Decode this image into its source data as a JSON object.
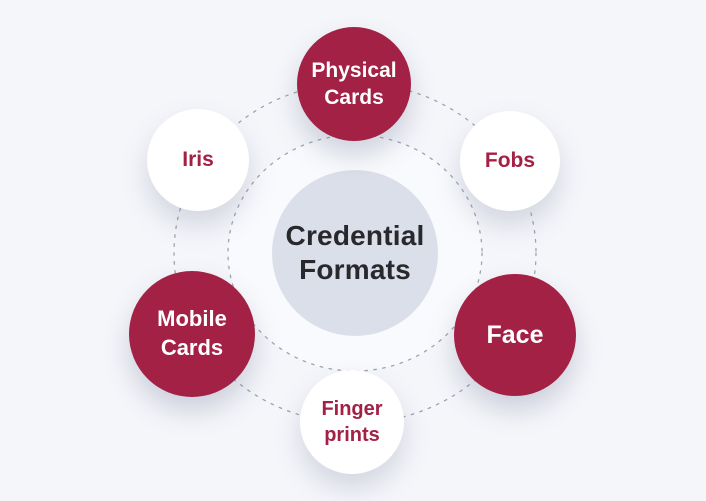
{
  "diagram": {
    "title": "Credential Formats diagram",
    "center": {
      "lines": [
        "Credential",
        "Formats"
      ]
    },
    "nodes": [
      {
        "id": "physical-cards",
        "lines": [
          "Physical",
          "Cards"
        ],
        "variant": "filled"
      },
      {
        "id": "fobs",
        "lines": [
          "Fobs"
        ],
        "variant": "white"
      },
      {
        "id": "face",
        "lines": [
          "Face"
        ],
        "variant": "filled"
      },
      {
        "id": "finger-prints",
        "lines": [
          "Finger",
          "prints"
        ],
        "variant": "white"
      },
      {
        "id": "mobile-cards",
        "lines": [
          "Mobile",
          "Cards"
        ],
        "variant": "filled"
      },
      {
        "id": "iris",
        "lines": [
          "Iris"
        ],
        "variant": "white"
      }
    ],
    "colors": {
      "accent_red": "#a32145",
      "center_circle_fill": "#dbdfe9",
      "center_text": "#28282d",
      "background": "#f5f6fa",
      "inner_highlight": "#f9fafd",
      "dashed_ring": "#9aa5b1",
      "node_white_fill": "#ffffff"
    }
  }
}
